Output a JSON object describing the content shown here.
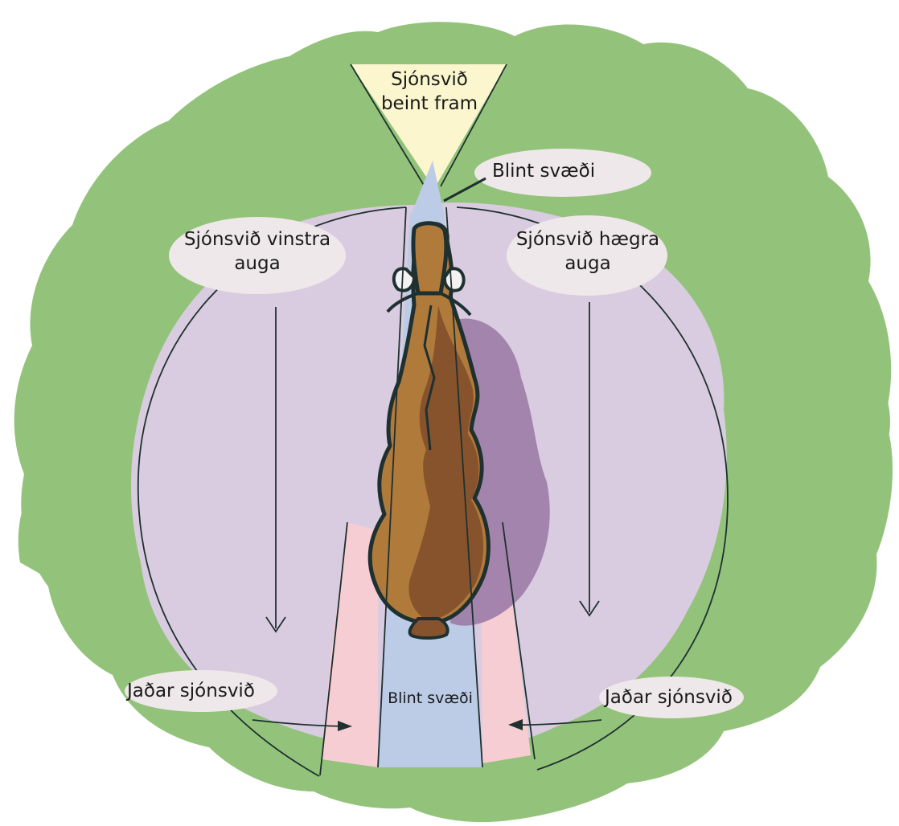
{
  "colors": {
    "background_field": "#93c37b",
    "vision_field": "#d9cce0",
    "shadow": "#9f7faa",
    "front_cone": "#fbf6cd",
    "blind_zone": "#bccbe6",
    "peripheral_zone": "#f6cdd3",
    "horse_light": "#b07a3a",
    "horse_dark": "#87532d",
    "outline": "#1f3030",
    "label_cloud": "#efe8ea"
  },
  "labels": {
    "front_vision": {
      "line1": "Sjónsvið",
      "line2": "beint fram"
    },
    "blind_zone_top": "Blint svæði",
    "left_eye": {
      "line1": "Sjónsvið vinstra",
      "line2": "auga"
    },
    "right_eye": {
      "line1": "Sjónsvið hægra",
      "line2": "auga"
    },
    "peripheral_left": "Jaðar sjónsvið",
    "peripheral_right": "Jaðar sjónsvið",
    "blind_zone_rear": "Blint svæði"
  }
}
